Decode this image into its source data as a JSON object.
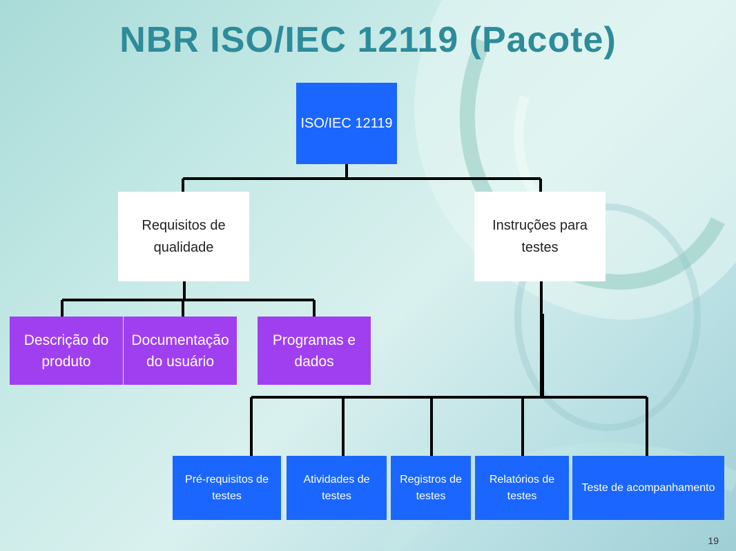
{
  "slide": {
    "title": "NBR ISO/IEC 12119 (Pacote)",
    "page_number": "19"
  },
  "tree": {
    "root": "ISO/IEC 12119",
    "requisitos": {
      "label": "Requisitos de qualidade",
      "children": [
        "Descrição do produto",
        "Documentação do usuário",
        "Programas e dados"
      ]
    },
    "instrucoes": {
      "label": "Instruções para testes",
      "children": [
        "Pré-requisitos de testes",
        "Atividades de testes",
        "Registros de testes",
        "Relatórios de testes",
        "Teste de acompanhamento"
      ]
    }
  },
  "colors": {
    "root_fill": "#1a66ff",
    "level1_fill": "#ffffff",
    "requisitos_children_fill": "#a03ff0",
    "instrucoes_children_fill": "#1a66ff",
    "title": "#2e8b9a"
  }
}
